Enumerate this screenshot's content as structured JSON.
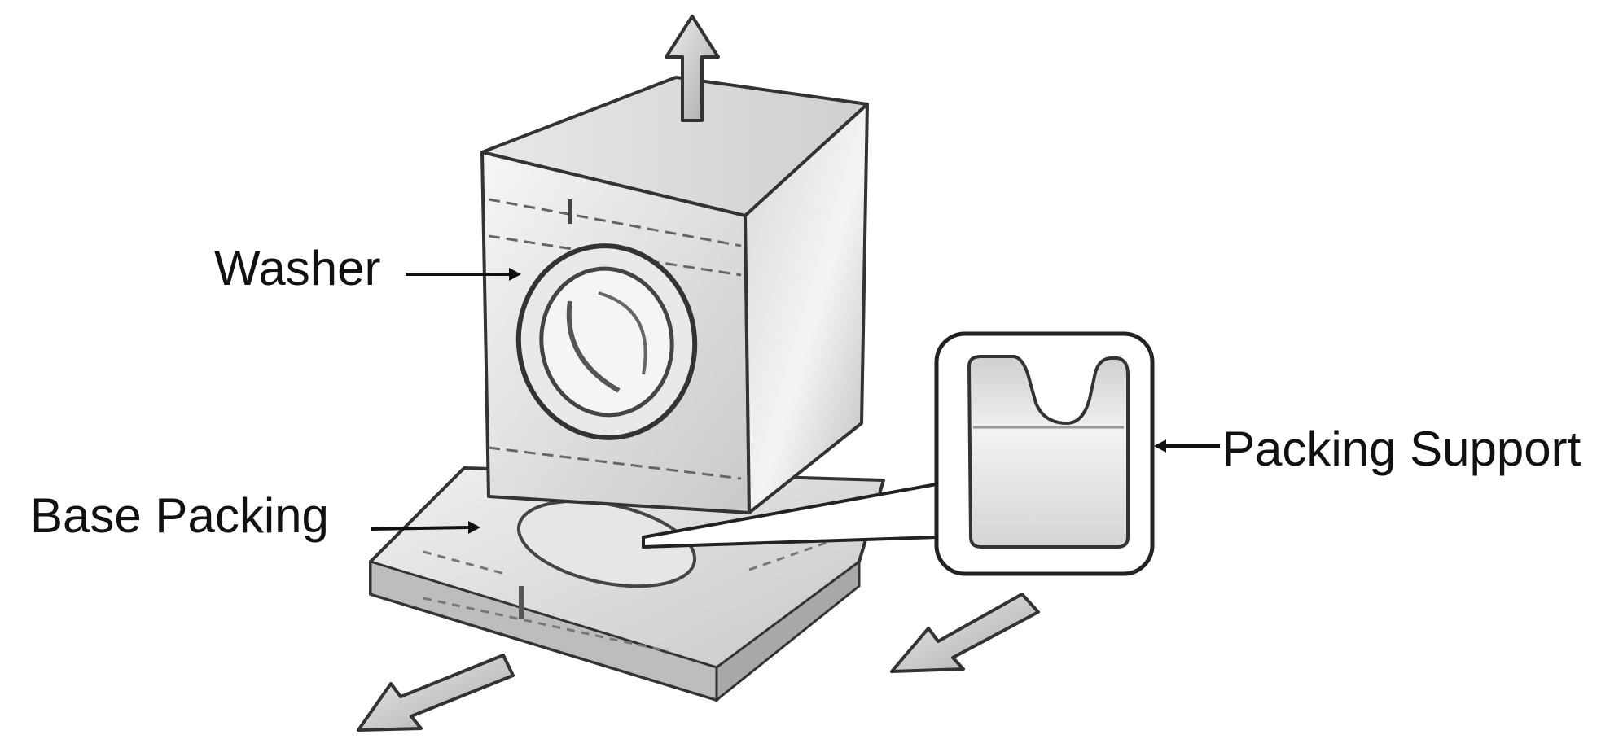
{
  "labels": {
    "washer": "Washer",
    "base_packing": "Base Packing",
    "packing_support": "Packing Support"
  },
  "icons": [
    "lift-up-arrow-icon",
    "slide-out-arrow-icon",
    "slide-out-arrow-icon"
  ]
}
